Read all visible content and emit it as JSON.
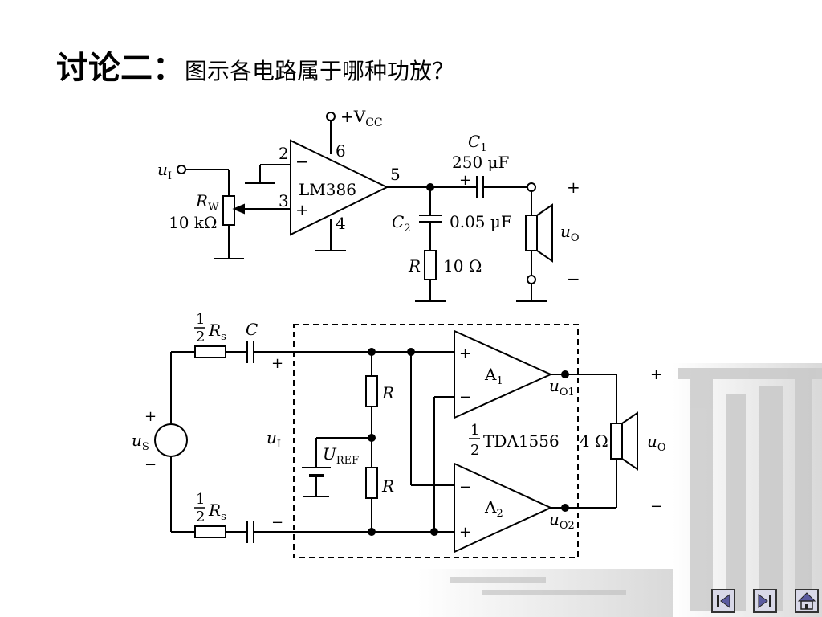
{
  "slide": {
    "title_main": "讨论二：",
    "title_question": "图示各电路属于哪种功放？"
  },
  "circuit1": {
    "vcc": "+V",
    "vcc_sub": "CC",
    "input": "u",
    "input_sub": "I",
    "chip": "LM386",
    "pin2": "2",
    "pin3": "3",
    "pin4": "4",
    "pin5": "5",
    "pin6": "6",
    "minus": "−",
    "plus": "+",
    "rw": "R",
    "rw_sub": "W",
    "rw_value": "10 kΩ",
    "c1": "C",
    "c1_sub": "1",
    "c1_value": "250 μF",
    "c2": "C",
    "c2_sub": "2",
    "c2_value": "0.05 μF",
    "r": "R",
    "r_value": "10 Ω",
    "output": "u",
    "output_sub": "O"
  },
  "circuit2": {
    "rs_frac_num": "1",
    "rs_frac_den": "2",
    "rs": "R",
    "rs_sub": "s",
    "c": "C",
    "source": "u",
    "source_sub": "S",
    "ui": "u",
    "ui_sub": "I",
    "r": "R",
    "uref": "U",
    "uref_sub": "REF",
    "a1": "A",
    "a1_sub": "1",
    "a2": "A",
    "a2_sub": "2",
    "uo1": "u",
    "uo1_sub": "O1",
    "uo2": "u",
    "uo2_sub": "O2",
    "chip_frac_num": "1",
    "chip_frac_den": "2",
    "chip": "TDA1556",
    "load": "4 Ω",
    "output": "u",
    "output_sub": "O",
    "plus": "+",
    "minus": "−"
  },
  "nav": {
    "prev_icon": "prev-slide-icon",
    "next_icon": "next-slide-icon",
    "home_icon": "home-icon"
  }
}
